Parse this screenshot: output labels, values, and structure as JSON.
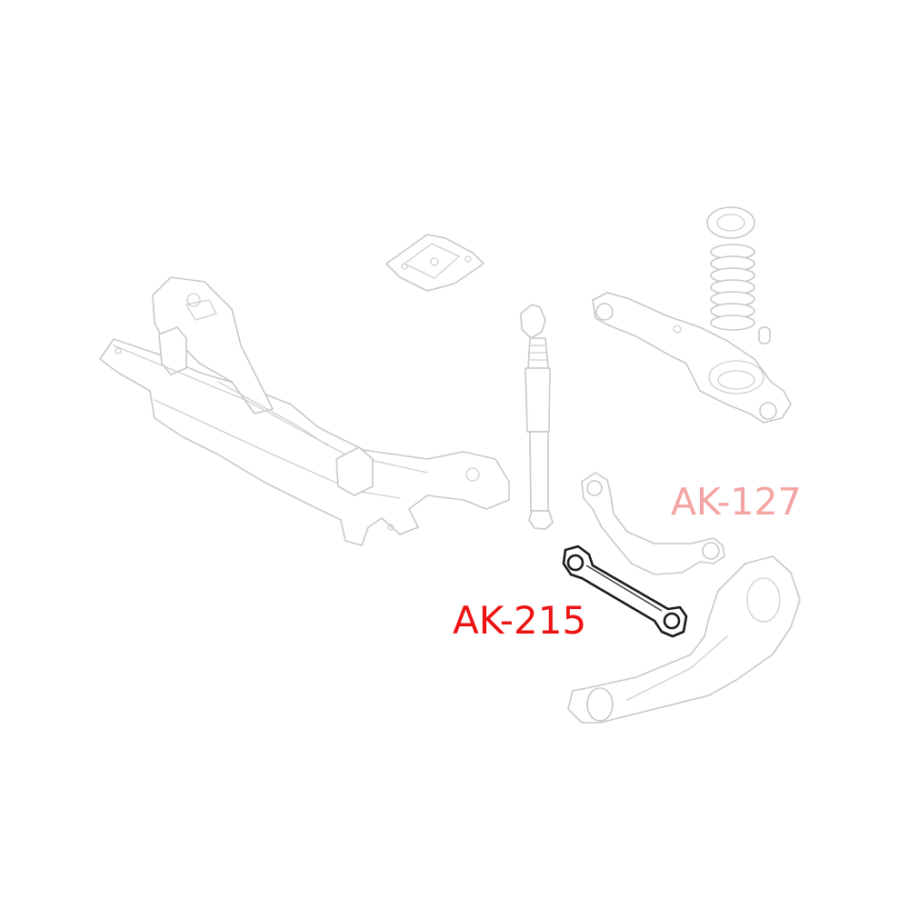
{
  "diagram": {
    "type": "exploded parts diagram",
    "subject": "rear suspension assembly",
    "components": [
      {
        "name": "rear subframe / crossmember",
        "highlighted": false
      },
      {
        "name": "mounting bracket plate",
        "highlighted": false
      },
      {
        "name": "shock absorber",
        "highlighted": false
      },
      {
        "name": "spring seat / insulator",
        "highlighted": false
      },
      {
        "name": "coil spring",
        "highlighted": false
      },
      {
        "name": "bump stop",
        "highlighted": false
      },
      {
        "name": "lower spring control arm",
        "highlighted": false
      },
      {
        "name": "upper camber arm",
        "highlighted": false,
        "label_id": "ak127"
      },
      {
        "name": "lateral toe link",
        "highlighted": true,
        "label_id": "ak215"
      },
      {
        "name": "trailing arm / knuckle",
        "highlighted": false
      }
    ]
  },
  "labels": {
    "ak127": {
      "text": "AK-127",
      "color": "#f4a3a3",
      "state": "faded"
    },
    "ak215": {
      "text": "AK-215",
      "color": "#ee1111",
      "state": "active"
    }
  }
}
